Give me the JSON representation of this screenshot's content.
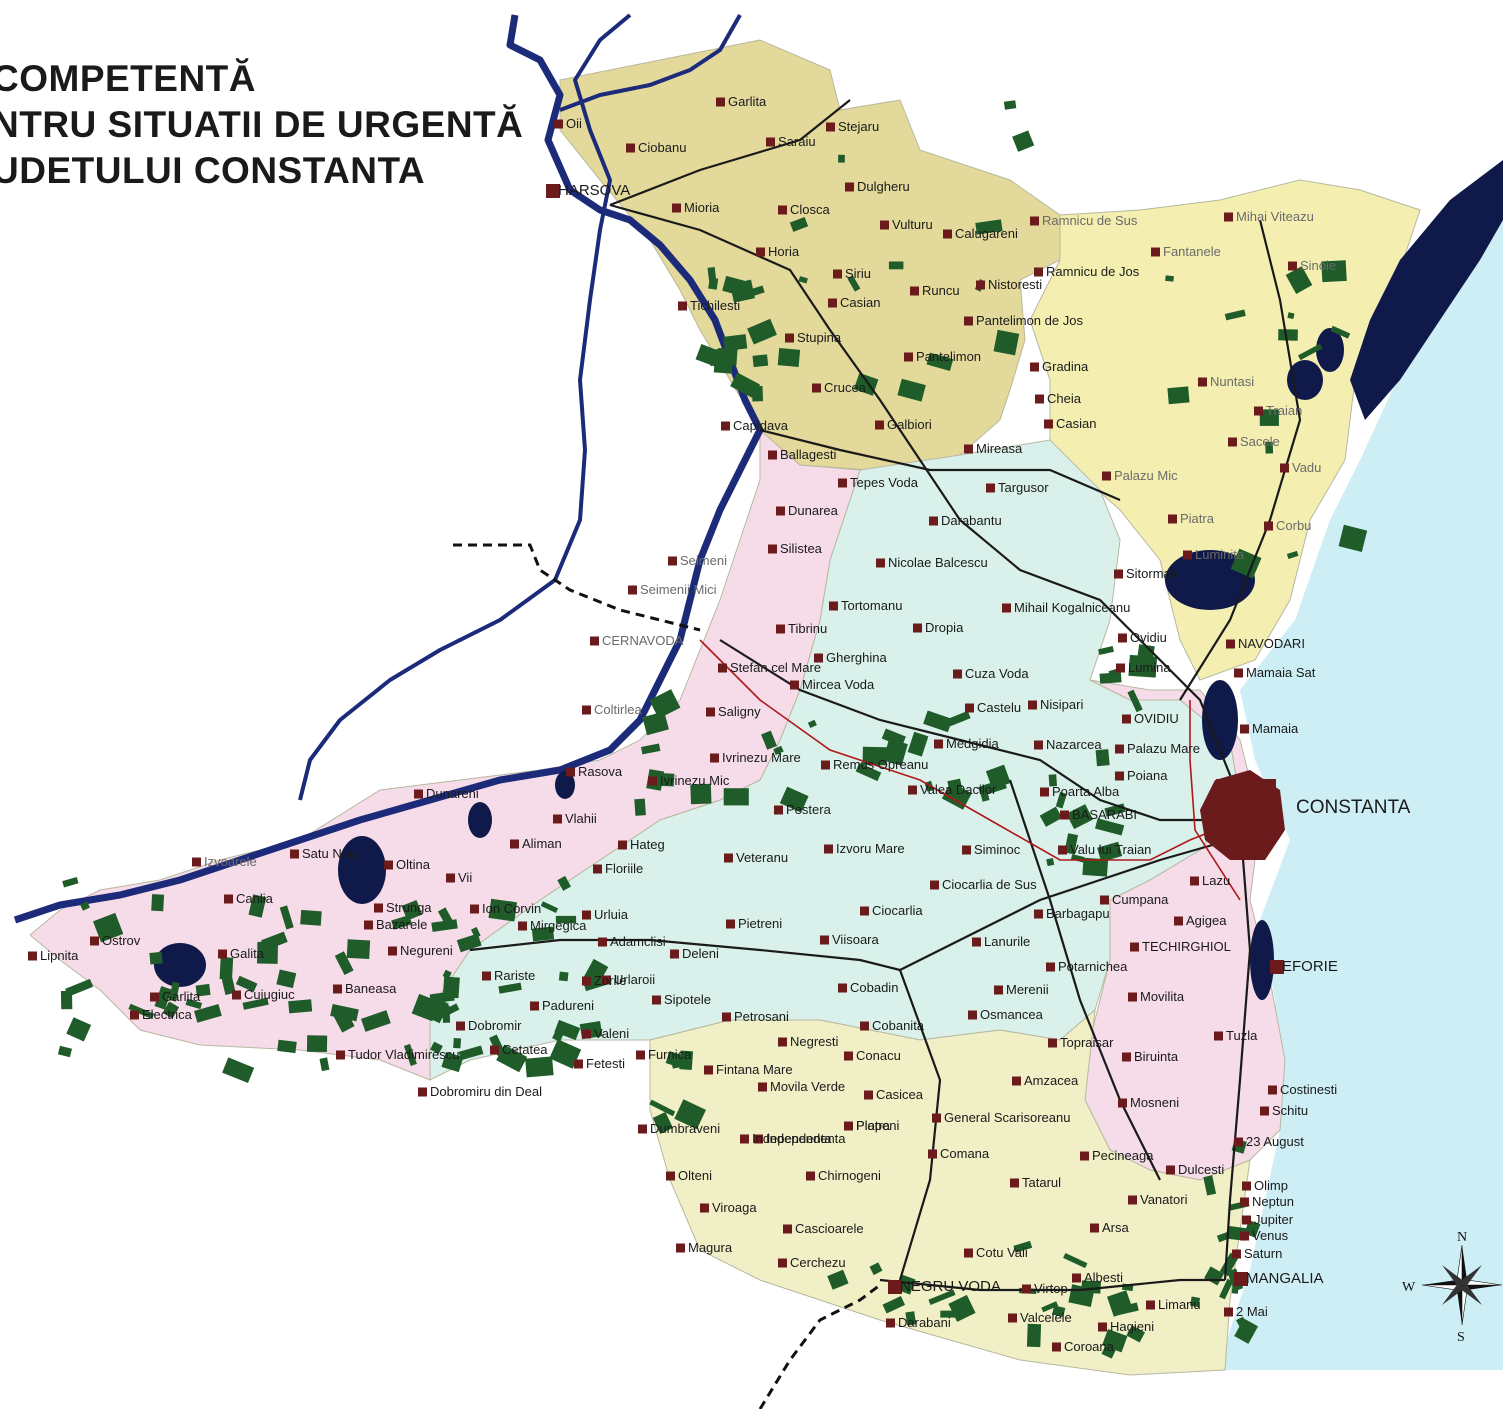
{
  "title": {
    "line1": "COMPETENTĂ",
    "line2": "NTRU SITUATII DE URGENTĂ",
    "line3": "UDETULUI CONSTANTA"
  },
  "colors": {
    "sea": "#cdeef5",
    "north_zone": "#e3d99a",
    "east_zone": "#f4efb0",
    "south_zone": "#f1efc6",
    "central_zone": "#d9f1ea",
    "west_zone": "#f6dbe8",
    "forest": "#1f5c2a",
    "lake": "#0f1a4a",
    "settlement": "#6b1b1b",
    "river": "#1c2a7a",
    "road": "#1a1a1a",
    "rail": "#b01818"
  },
  "compass": {
    "n": "N",
    "s": "S",
    "w": "W"
  },
  "places": [
    {
      "name": "Oii",
      "size": "sm"
    },
    {
      "name": "Garlita",
      "size": "sm"
    },
    {
      "name": "Ciobanu",
      "size": "sm"
    },
    {
      "name": "Saraiu",
      "size": "sm"
    },
    {
      "name": "Stejaru",
      "size": "sm"
    },
    {
      "name": "HARSOVA",
      "size": "md"
    },
    {
      "name": "Dulgheru",
      "size": "sm"
    },
    {
      "name": "Mioria",
      "size": "sm"
    },
    {
      "name": "Closca",
      "size": "sm"
    },
    {
      "name": "Vulturu",
      "size": "sm"
    },
    {
      "name": "Calugareni",
      "size": "sm"
    },
    {
      "name": "Ramnicu de Sus",
      "size": "sm",
      "grey": true
    },
    {
      "name": "Mihai Viteazu",
      "size": "sm",
      "grey": true
    },
    {
      "name": "Fantanele",
      "size": "sm",
      "grey": true
    },
    {
      "name": "Sinoie",
      "size": "sm",
      "grey": true
    },
    {
      "name": "Tichilesti",
      "size": "sm"
    },
    {
      "name": "Horia",
      "size": "sm"
    },
    {
      "name": "Siriu",
      "size": "sm"
    },
    {
      "name": "Ramnicu de Jos",
      "size": "sm"
    },
    {
      "name": "Runcu",
      "size": "sm"
    },
    {
      "name": "Nistoresti",
      "size": "sm"
    },
    {
      "name": "Casian",
      "size": "sm"
    },
    {
      "name": "Pantelimon de Jos",
      "size": "sm"
    },
    {
      "name": "Stupina",
      "size": "sm"
    },
    {
      "name": "Pantelimon",
      "size": "sm"
    },
    {
      "name": "Gradina",
      "size": "sm"
    },
    {
      "name": "Nuntasi",
      "size": "sm",
      "grey": true
    },
    {
      "name": "Traian",
      "size": "sm",
      "grey": true
    },
    {
      "name": "Crucea",
      "size": "sm"
    },
    {
      "name": "Cheia",
      "size": "sm"
    },
    {
      "name": "Casian",
      "size": "sm"
    },
    {
      "name": "Sacele",
      "size": "sm",
      "grey": true
    },
    {
      "name": "Capidava",
      "size": "sm"
    },
    {
      "name": "Galbiori",
      "size": "sm"
    },
    {
      "name": "Mireasa",
      "size": "sm"
    },
    {
      "name": "Ballagesti",
      "size": "sm"
    },
    {
      "name": "Vadu",
      "size": "sm",
      "grey": true
    },
    {
      "name": "Palazu Mic",
      "size": "sm",
      "grey": true
    },
    {
      "name": "Tepes Voda",
      "size": "sm"
    },
    {
      "name": "Targusor",
      "size": "sm"
    },
    {
      "name": "Dunarea",
      "size": "sm"
    },
    {
      "name": "Darabantu",
      "size": "sm"
    },
    {
      "name": "Piatra",
      "size": "sm",
      "grey": true
    },
    {
      "name": "Corbu",
      "size": "sm",
      "grey": true
    },
    {
      "name": "Silistea",
      "size": "sm"
    },
    {
      "name": "Seimeni",
      "size": "sm",
      "grey": true
    },
    {
      "name": "Nicolae Balcescu",
      "size": "sm"
    },
    {
      "name": "Luminita",
      "size": "sm",
      "grey": true
    },
    {
      "name": "Seimenii Mici",
      "size": "sm",
      "grey": true
    },
    {
      "name": "Sitorman",
      "size": "sm"
    },
    {
      "name": "Tortomanu",
      "size": "sm"
    },
    {
      "name": "Mihail Kogalniceanu",
      "size": "sm"
    },
    {
      "name": "Tibrinu",
      "size": "sm"
    },
    {
      "name": "Dropia",
      "size": "sm"
    },
    {
      "name": "CERNAVODA",
      "size": "sm",
      "grey": true
    },
    {
      "name": "Ovidiu",
      "size": "sm"
    },
    {
      "name": "NAVODARI",
      "size": "sm"
    },
    {
      "name": "Gherghina",
      "size": "sm"
    },
    {
      "name": "Lumina",
      "size": "sm"
    },
    {
      "name": "Stefan cel Mare",
      "size": "sm"
    },
    {
      "name": "Cuza Voda",
      "size": "sm"
    },
    {
      "name": "Mamaia Sat",
      "size": "sm"
    },
    {
      "name": "Mircea Voda",
      "size": "sm"
    },
    {
      "name": "Nisipari",
      "size": "sm"
    },
    {
      "name": "Coltirlea",
      "size": "sm",
      "grey": true
    },
    {
      "name": "Saligny",
      "size": "sm"
    },
    {
      "name": "Castelu",
      "size": "sm"
    },
    {
      "name": "OVIDIU",
      "size": "sm"
    },
    {
      "name": "Mamaia",
      "size": "sm"
    },
    {
      "name": "Medgidia",
      "size": "sm"
    },
    {
      "name": "Nazarcea",
      "size": "sm"
    },
    {
      "name": "Palazu Mare",
      "size": "sm"
    },
    {
      "name": "Ivrinezu Mare",
      "size": "sm"
    },
    {
      "name": "Remus Opreanu",
      "size": "sm"
    },
    {
      "name": "Poiana",
      "size": "sm"
    },
    {
      "name": "Rasova",
      "size": "sm"
    },
    {
      "name": "Ivrinezu Mic",
      "size": "sm"
    },
    {
      "name": "Valea Dacilor",
      "size": "sm"
    },
    {
      "name": "Poarta Alba",
      "size": "sm"
    },
    {
      "name": "Dunareni",
      "size": "sm"
    },
    {
      "name": "CONSTANTA",
      "size": "lg"
    },
    {
      "name": "Pestera",
      "size": "sm"
    },
    {
      "name": "BASARABI",
      "size": "sm"
    },
    {
      "name": "Vlahii",
      "size": "sm"
    },
    {
      "name": "Aliman",
      "size": "sm"
    },
    {
      "name": "Hateg",
      "size": "sm"
    },
    {
      "name": "Izvoru Mare",
      "size": "sm"
    },
    {
      "name": "Siminoc",
      "size": "sm"
    },
    {
      "name": "Valu lui Traian",
      "size": "sm"
    },
    {
      "name": "Veteranu",
      "size": "sm"
    },
    {
      "name": "Satu Nou",
      "size": "sm"
    },
    {
      "name": "Oltina",
      "size": "sm"
    },
    {
      "name": "Izvoarele",
      "size": "sm",
      "grey": true
    },
    {
      "name": "Vii",
      "size": "sm"
    },
    {
      "name": "Floriile",
      "size": "sm"
    },
    {
      "name": "Lazu",
      "size": "sm"
    },
    {
      "name": "Ciocarlia de Sus",
      "size": "sm"
    },
    {
      "name": "Cumpana",
      "size": "sm"
    },
    {
      "name": "Canlia",
      "size": "sm"
    },
    {
      "name": "Strunga",
      "size": "sm"
    },
    {
      "name": "Ion Corvin",
      "size": "sm"
    },
    {
      "name": "Urluia",
      "size": "sm"
    },
    {
      "name": "Pietreni",
      "size": "sm"
    },
    {
      "name": "Ciocarlia",
      "size": "sm"
    },
    {
      "name": "Barbagapu",
      "size": "sm"
    },
    {
      "name": "Agigea",
      "size": "sm"
    },
    {
      "name": "Mirgegica",
      "size": "sm"
    },
    {
      "name": "Bazarele",
      "size": "sm"
    },
    {
      "name": "Viisoara",
      "size": "sm"
    },
    {
      "name": "Lanurile",
      "size": "sm"
    },
    {
      "name": "TECHIRGHIOL",
      "size": "sm"
    },
    {
      "name": "Ostrov",
      "size": "sm"
    },
    {
      "name": "Galita",
      "size": "sm"
    },
    {
      "name": "Negureni",
      "size": "sm"
    },
    {
      "name": "Adamclisi",
      "size": "sm"
    },
    {
      "name": "Deleni",
      "size": "sm"
    },
    {
      "name": "Potarnichea",
      "size": "sm"
    },
    {
      "name": "EFORIE",
      "size": "md"
    },
    {
      "name": "Lipnita",
      "size": "sm"
    },
    {
      "name": "Rariste",
      "size": "sm"
    },
    {
      "name": "Urlaroii",
      "size": "sm"
    },
    {
      "name": "Zorile",
      "size": "sm"
    },
    {
      "name": "Cobadin",
      "size": "sm"
    },
    {
      "name": "Merenii",
      "size": "sm"
    },
    {
      "name": "Movilita",
      "size": "sm"
    },
    {
      "name": "Garlita",
      "size": "sm"
    },
    {
      "name": "Cuiugiuc",
      "size": "sm"
    },
    {
      "name": "Baneasa",
      "size": "sm"
    },
    {
      "name": "Padureni",
      "size": "sm"
    },
    {
      "name": "Sipotele",
      "size": "sm"
    },
    {
      "name": "Electrica",
      "size": "sm"
    },
    {
      "name": "Dobromir",
      "size": "sm"
    },
    {
      "name": "Petrosani",
      "size": "sm"
    },
    {
      "name": "Cobanita",
      "size": "sm"
    },
    {
      "name": "Osmancea",
      "size": "sm"
    },
    {
      "name": "Tuzla",
      "size": "sm"
    },
    {
      "name": "Cetatea",
      "size": "sm"
    },
    {
      "name": "Valeni",
      "size": "sm"
    },
    {
      "name": "Negresti",
      "size": "sm"
    },
    {
      "name": "Topraisar",
      "size": "sm"
    },
    {
      "name": "Furnica",
      "size": "sm"
    },
    {
      "name": "Conacu",
      "size": "sm"
    },
    {
      "name": "Amzacea",
      "size": "sm"
    },
    {
      "name": "Biruinta",
      "size": "sm"
    },
    {
      "name": "Tudor Vladimirescu",
      "size": "sm"
    },
    {
      "name": "Fintana Mare",
      "size": "sm"
    },
    {
      "name": "Independenta",
      "size": "sm"
    },
    {
      "name": "Fetesti",
      "size": "sm"
    },
    {
      "name": "Movila Verde",
      "size": "sm"
    },
    {
      "name": "Casicea",
      "size": "sm"
    },
    {
      "name": "Costinesti",
      "size": "sm"
    },
    {
      "name": "Dobromiru din Deal",
      "size": "sm"
    },
    {
      "name": "Piatra",
      "size": "sm"
    },
    {
      "name": "General Scarisoreanu",
      "size": "sm"
    },
    {
      "name": "Mosneni",
      "size": "sm"
    },
    {
      "name": "Schitu",
      "size": "sm"
    },
    {
      "name": "Dumbraveni",
      "size": "sm"
    },
    {
      "name": "Independenta",
      "size": "sm"
    },
    {
      "name": "Plopeni",
      "size": "sm"
    },
    {
      "name": "23 August",
      "size": "sm"
    },
    {
      "name": "Comana",
      "size": "sm"
    },
    {
      "name": "Pecineaga",
      "size": "sm"
    },
    {
      "name": "Olteni",
      "size": "sm"
    },
    {
      "name": "Chirnogeni",
      "size": "sm"
    },
    {
      "name": "Tatarul",
      "size": "sm"
    },
    {
      "name": "Dulcesti",
      "size": "sm"
    },
    {
      "name": "Olimp",
      "size": "sm"
    },
    {
      "name": "Neptun",
      "size": "sm"
    },
    {
      "name": "Viroaga",
      "size": "sm"
    },
    {
      "name": "Vanatori",
      "size": "sm"
    },
    {
      "name": "Jupiter",
      "size": "sm"
    },
    {
      "name": "Cascioarele",
      "size": "sm"
    },
    {
      "name": "Arsa",
      "size": "sm"
    },
    {
      "name": "Venus",
      "size": "sm"
    },
    {
      "name": "Magura",
      "size": "sm"
    },
    {
      "name": "Saturn",
      "size": "sm"
    },
    {
      "name": "Cerchezu",
      "size": "sm"
    },
    {
      "name": "Cotu Vaii",
      "size": "sm"
    },
    {
      "name": "MANGALIA",
      "size": "md"
    },
    {
      "name": "NEGRU VODA",
      "size": "md"
    },
    {
      "name": "Albesti",
      "size": "sm"
    },
    {
      "name": "Virtop",
      "size": "sm"
    },
    {
      "name": "Limanu",
      "size": "sm"
    },
    {
      "name": "2 Mai",
      "size": "sm"
    },
    {
      "name": "Darabani",
      "size": "sm"
    },
    {
      "name": "Valcelele",
      "size": "sm"
    },
    {
      "name": "Hagieni",
      "size": "sm"
    },
    {
      "name": "Coroana",
      "size": "sm"
    }
  ]
}
